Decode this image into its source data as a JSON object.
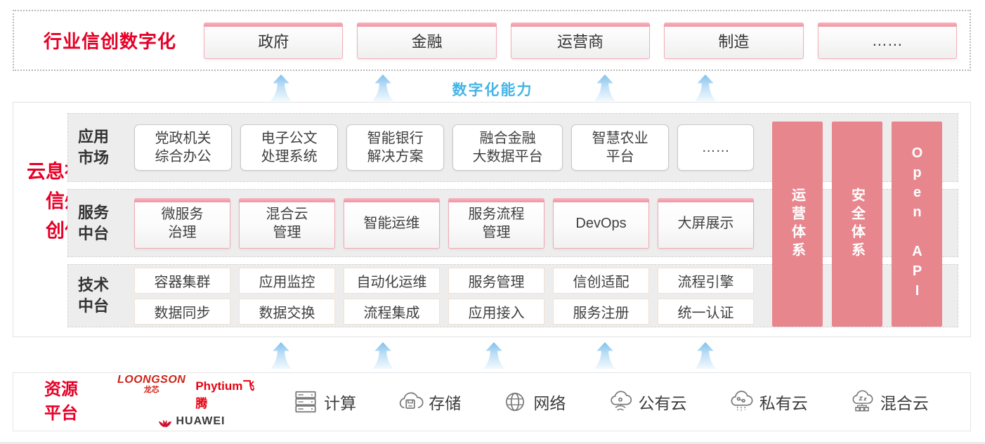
{
  "colors": {
    "accent_red": "#e60027",
    "pillar_pink": "#e8868e",
    "capability_blue": "#45b4e6",
    "card_pink_border": "#f2a9b5"
  },
  "top": {
    "title": "行业信创数字化",
    "industries": [
      "政府",
      "金融",
      "运营商",
      "制造",
      "……"
    ]
  },
  "capability_label": "数字化能力",
  "platform": {
    "side_title": "神州信息信创云",
    "app_row": {
      "label": "应用\n市场",
      "items": [
        "党政机关\n综合办公",
        "电子公文\n处理系统",
        "智能银行\n解决方案",
        "融合金融\n大数据平台",
        "智慧农业\n平台",
        "……"
      ]
    },
    "service_row": {
      "label": "服务\n中台",
      "items": [
        "微服务\n治理",
        "混合云\n管理",
        "智能运维",
        "服务流程\n管理",
        "DevOps",
        "大屏展示"
      ]
    },
    "tech_row": {
      "label": "技术\n中台",
      "row1": [
        "容器集群",
        "应用监控",
        "自动化运维",
        "服务管理",
        "信创适配",
        "流程引擎"
      ],
      "row2": [
        "数据同步",
        "数据交换",
        "流程集成",
        "应用接入",
        "服务注册",
        "统一认证"
      ]
    },
    "pillars": [
      "运营体系",
      "安全体系",
      "Open API"
    ]
  },
  "resources": {
    "label": "资源\n平台",
    "vendors": {
      "loongson": "LOONGSON",
      "loongson_cn": "龙芯",
      "phytium": "Phytium飞腾",
      "huawei": "HUAWEI"
    },
    "items": [
      {
        "name": "compute",
        "label": "计算"
      },
      {
        "name": "storage",
        "label": "存储"
      },
      {
        "name": "network",
        "label": "网络"
      },
      {
        "name": "public-cloud",
        "label": "公有云"
      },
      {
        "name": "private-cloud",
        "label": "私有云"
      },
      {
        "name": "hybrid-cloud",
        "label": "混合云"
      }
    ]
  }
}
